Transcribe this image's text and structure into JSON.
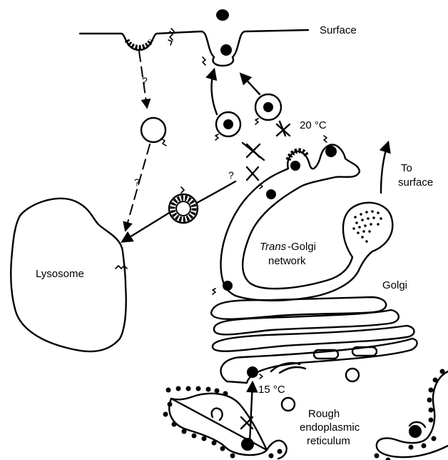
{
  "labels": {
    "surface": "Surface",
    "to_surface_line1": "To",
    "to_surface_line2": "surface",
    "temp_20": "20 °C",
    "trans_golgi_prefix": "Trans",
    "trans_golgi_suffix": "-Golgi",
    "trans_golgi_line2": "network",
    "golgi": "Golgi",
    "lysosome": "Lysosome",
    "temp_15": "15 °C",
    "rer_line1": "Rough",
    "rer_line2": "endoplasmic",
    "rer_line3": "reticulum",
    "question_mark": "?"
  }
}
